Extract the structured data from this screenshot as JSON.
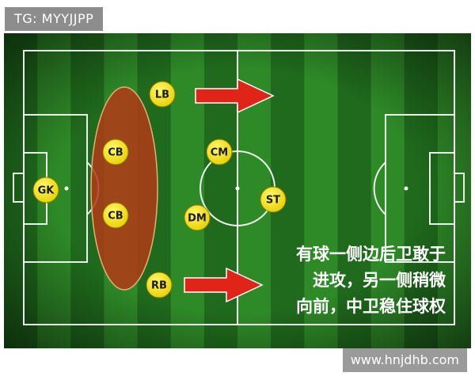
{
  "watermark_top": "TG: MYYJJPP",
  "watermark_bottom": "www.hnjdhb.com",
  "players": [
    {
      "role": "gk",
      "label": "GK"
    },
    {
      "role": "cb-top",
      "label": "CB"
    },
    {
      "role": "cb-bottom",
      "label": "CB"
    },
    {
      "role": "lb",
      "label": "LB"
    },
    {
      "role": "rb",
      "label": "RB"
    },
    {
      "role": "cm",
      "label": "CM"
    },
    {
      "role": "dm",
      "label": "DM"
    },
    {
      "role": "st",
      "label": "ST"
    }
  ],
  "caption": {
    "line1": "有球一侧边后卫敢于",
    "line2": "进攻，另一侧稍微",
    "line3": "向前，中卫稳住球权"
  },
  "colors": {
    "grass_dark": "#1f6a1c",
    "grass_light": "#2e8a27",
    "player_fill": "#f4e000",
    "arrow": "#e02418",
    "highlight_ellipse": "#b23a18"
  },
  "icons": {
    "arrow": "arrow-right-icon"
  }
}
